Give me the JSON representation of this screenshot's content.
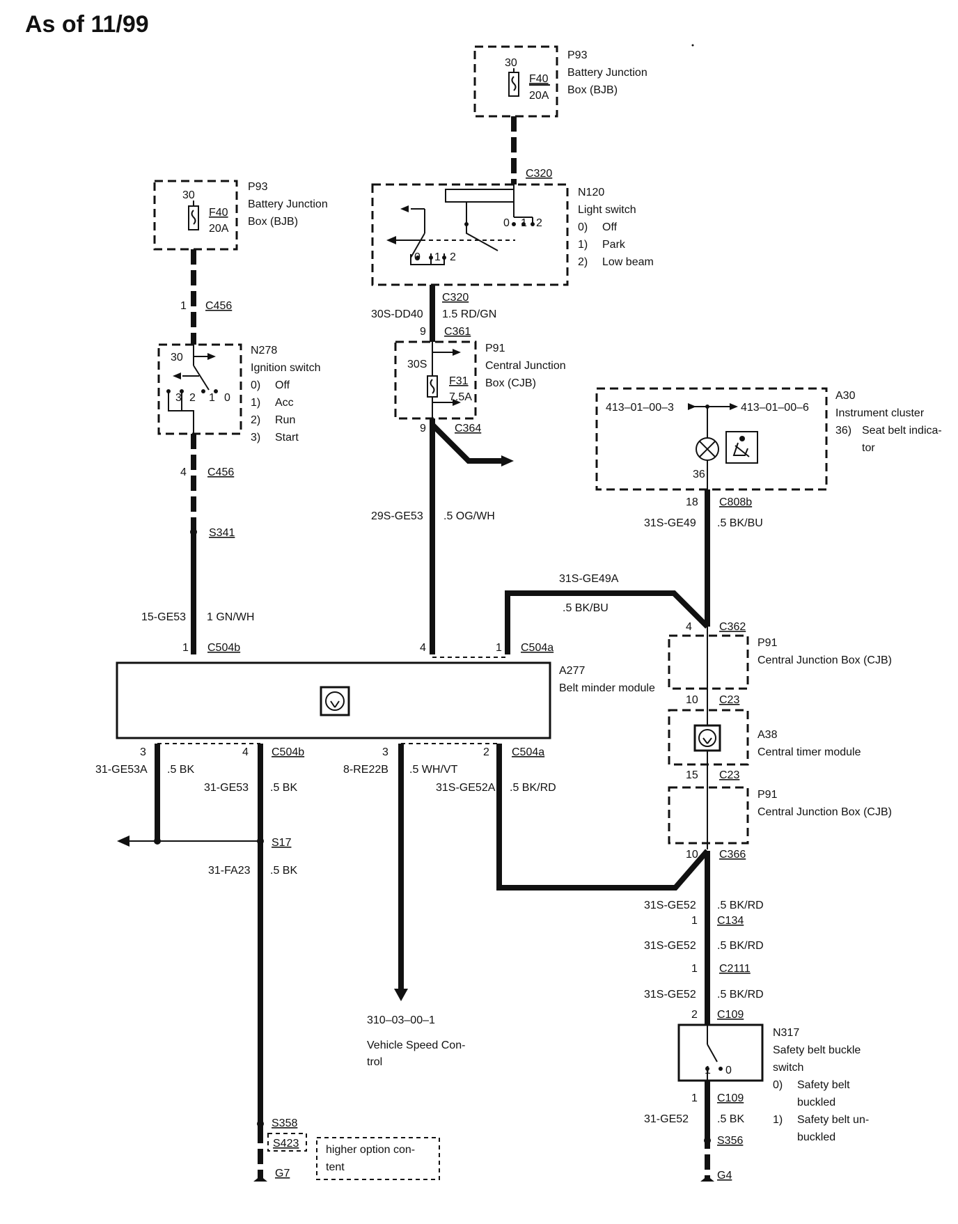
{
  "header": {
    "title": "As of 11/99"
  },
  "components": {
    "p93_right": {
      "id": "P93",
      "name1": "Battery Junction",
      "name2": "Box (BJB)",
      "pin": "30",
      "fuse": "F40",
      "rating": "20A"
    },
    "p93_left": {
      "id": "P93",
      "name1": "Battery Junction",
      "name2": "Box (BJB)",
      "pin": "30",
      "fuse": "F40",
      "rating": "20A"
    },
    "n120": {
      "id": "N120",
      "name": "Light switch",
      "s0": "0)",
      "s0l": "Off",
      "s1": "1)",
      "s1l": "Park",
      "s2": "2)",
      "s2l": "Low beam",
      "p0": "0",
      "p1": "1",
      "p2": "2",
      "q0": "0",
      "q1": "1",
      "q2": "2"
    },
    "n278": {
      "id": "N278",
      "name": "Ignition switch",
      "s0": "0)",
      "s0l": "Off",
      "s1": "1)",
      "s1l": "Acc",
      "s2": "2)",
      "s2l": "Run",
      "s3": "3)",
      "s3l": "Start",
      "pin": "30",
      "p3": "3",
      "p2": "2",
      "p1": "1",
      "p0": "0"
    },
    "p91_top": {
      "id": "P91",
      "name1": "Central Junction",
      "name2": "Box (CJB)",
      "pin": "30S",
      "fuse": "F31",
      "rating": "7.5A"
    },
    "a30": {
      "id": "A30",
      "name": "Instrument cluster",
      "item1": "36)",
      "item1l": "Seat belt indica-",
      "item1l2": "tor",
      "ref_left": "413–01–00–3",
      "ref_right": "413–01–00–6",
      "pin": "36"
    },
    "a277": {
      "id": "A277",
      "name": "Belt minder module"
    },
    "p91_mid": {
      "id": "P91",
      "name": "Central Junction Box (CJB)"
    },
    "a38": {
      "id": "A38",
      "name": "Central timer module"
    },
    "p91_low": {
      "id": "P91",
      "name": "Central Junction Box (CJB)"
    },
    "n317": {
      "id": "N317",
      "name1": "Safety belt buckle",
      "name2": "switch",
      "s0": "0)",
      "s0l1": "Safety belt",
      "s0l2": "buckled",
      "s1": "1)",
      "s1l1": "Safety belt un-",
      "s1l2": "buckled",
      "p1": "1",
      "p0": "0"
    }
  },
  "connectors": {
    "c320_top": "C320",
    "c320_bot": "C320",
    "c361": "C361",
    "c364": "C364",
    "c456_top": "C456",
    "c456_bot": "C456",
    "s341": "S341",
    "c504b_top": "C504b",
    "c504a_top": "C504a",
    "c362": "C362",
    "c808b": "C808b",
    "c23_top": "C23",
    "c23_bot": "C23",
    "c366": "C366",
    "c504b_bot": "C504b",
    "c504a_bot": "C504a",
    "s17": "S17",
    "c134": "C134",
    "c2111": "C2111",
    "c109_top": "C109",
    "c109_bot": "C109",
    "s356": "S356",
    "g4": "G4",
    "s358": "S358",
    "s423": "S423",
    "g7": "G7"
  },
  "pins": {
    "c456_top": "1",
    "c456_bot": "4",
    "c361": "9",
    "c364": "9",
    "c504b_top": "1",
    "a277_mid": "4",
    "c504a_top": "1",
    "c362": "4",
    "c808b": "18",
    "c23_top": "10",
    "c23_bot": "15",
    "c366": "10",
    "c504b_b1": "3",
    "c504b_b2": "4",
    "a277_b3": "3",
    "c504a_bot": "2",
    "c134": "1",
    "c2111": "1",
    "c109_top": "2",
    "c109_bot": "1"
  },
  "wires": {
    "dd40_code": "30S-DD40",
    "dd40_spec": "1.5 RD/GN",
    "ge53o_code": "29S-GE53",
    "ge53o_spec": ".5 OG/WH",
    "ge53g_code": "15-GE53",
    "ge53g_spec": "1 GN/WH",
    "ge49a_code": "31S-GE49A",
    "ge49a_spec": ".5 BK/BU",
    "ge49_code": "31S-GE49",
    "ge49_spec": ".5 BK/BU",
    "ge53a_code": "31-GE53A",
    "ge53a_spec": ".5 BK",
    "ge53k_code": "31-GE53",
    "ge53k_spec": ".5 BK",
    "re22b_code": "8-RE22B",
    "re22b_spec": ".5 WH/VT",
    "ge52a_code": "31S-GE52A",
    "ge52a_spec": ".5 BK/RD",
    "fa23_code": "31-FA23",
    "fa23_spec": ".5 BK",
    "ge52_1_code": "31S-GE52",
    "ge52_1_spec": ".5 BK/RD",
    "ge52_2_code": "31S-GE52",
    "ge52_2_spec": ".5 BK/RD",
    "ge52_3_code": "31S-GE52",
    "ge52_3_spec": ".5 BK/RD",
    "ge52k_code": "31-GE52",
    "ge52k_spec": ".5 BK"
  },
  "refs": {
    "vsc_code": "310–03–00–1",
    "vsc_name1": "Vehicle Speed Con-",
    "vsc_name2": "trol",
    "higher1": "higher option con-",
    "higher2": "tent"
  }
}
